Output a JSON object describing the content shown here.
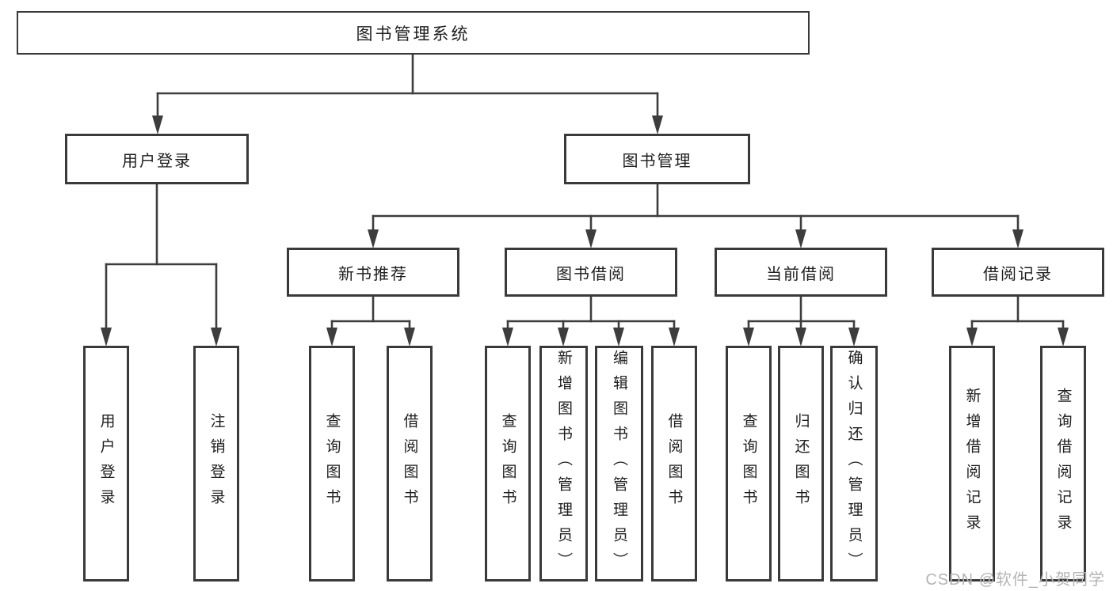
{
  "diagram": {
    "root": "图书管理系统",
    "level2": [
      {
        "label": "用户登录"
      },
      {
        "label": "图书管理"
      }
    ],
    "level3": [
      {
        "label": "新书推荐"
      },
      {
        "label": "图书借阅"
      },
      {
        "label": "当前借阅"
      },
      {
        "label": "借阅记录"
      }
    ],
    "leaves": {
      "user_login": [
        "用户登录",
        "注销登录"
      ],
      "new_book": [
        "查询图书",
        "借阅图书"
      ],
      "book_borrow": [
        "查询图书",
        "新增图书（管理员）",
        "编辑图书（管理员）",
        "借阅图书"
      ],
      "current_borrow": [
        "查询图书",
        "归还图书",
        "确认归还（管理员）"
      ],
      "borrow_record": [
        "新增借阅记录",
        "查询借阅记录"
      ]
    }
  },
  "watermark": {
    "text": "CSDN @软件_小贺同学"
  },
  "colors": {
    "line": "#3d3d3d",
    "border": "#3a3a3a",
    "text": "#1e1e1e",
    "watermark": "#b4b4b4",
    "background": "#ffffff"
  }
}
